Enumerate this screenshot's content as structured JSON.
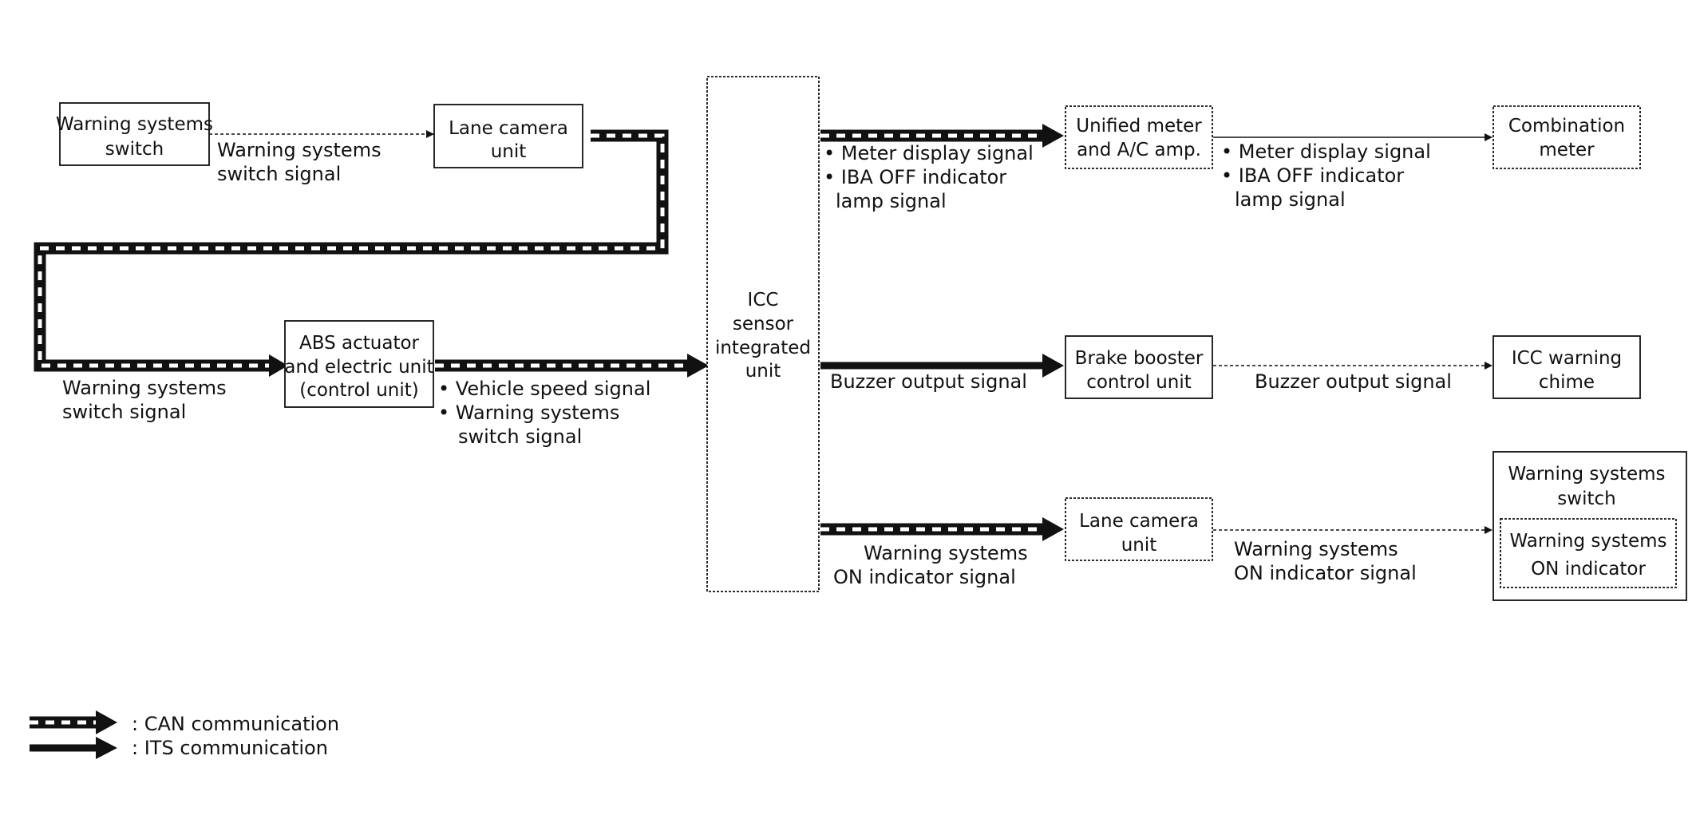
{
  "boxes": {
    "warning_switch": [
      "Warning systems",
      "switch"
    ],
    "lane_camera_top": [
      "Lane camera",
      "unit"
    ],
    "abs_unit": [
      "ABS actuator",
      "and electric unit",
      "(control unit)"
    ],
    "icc_sensor": [
      "ICC",
      "sensor",
      "integrated",
      "unit"
    ],
    "unified_meter": [
      "Unified meter",
      "and A/C amp."
    ],
    "combination_meter": [
      "Combination",
      "meter"
    ],
    "brake_booster": [
      "Brake booster",
      "control unit"
    ],
    "icc_chime": [
      "ICC warning",
      "chime"
    ],
    "lane_camera_bottom": [
      "Lane camera",
      "unit"
    ],
    "warning_switch_right": [
      "Warning systems",
      "switch"
    ],
    "warning_indicator": [
      "Warning systems",
      "ON indicator"
    ]
  },
  "signals": {
    "switch_to_camera": [
      "Warning systems",
      "switch signal"
    ],
    "camera_to_abs": [
      "Warning systems",
      "switch signal"
    ],
    "abs_to_icc": [
      "• Vehicle speed signal",
      "• Warning systems",
      "switch signal"
    ],
    "icc_to_meter": [
      "• Meter display signal",
      "• IBA OFF indicator",
      "lamp signal"
    ],
    "meter_to_combo": [
      "• Meter display signal",
      "• IBA OFF indicator",
      "lamp signal"
    ],
    "icc_to_brake": [
      "Buzzer output signal"
    ],
    "brake_to_chime": [
      "Buzzer output signal"
    ],
    "icc_to_camera": [
      "Warning systems",
      "ON indicator signal"
    ],
    "camera_to_switch": [
      "Warning systems",
      "ON indicator signal"
    ]
  },
  "legend": {
    "can": ": CAN communication",
    "its": ": ITS communication"
  }
}
